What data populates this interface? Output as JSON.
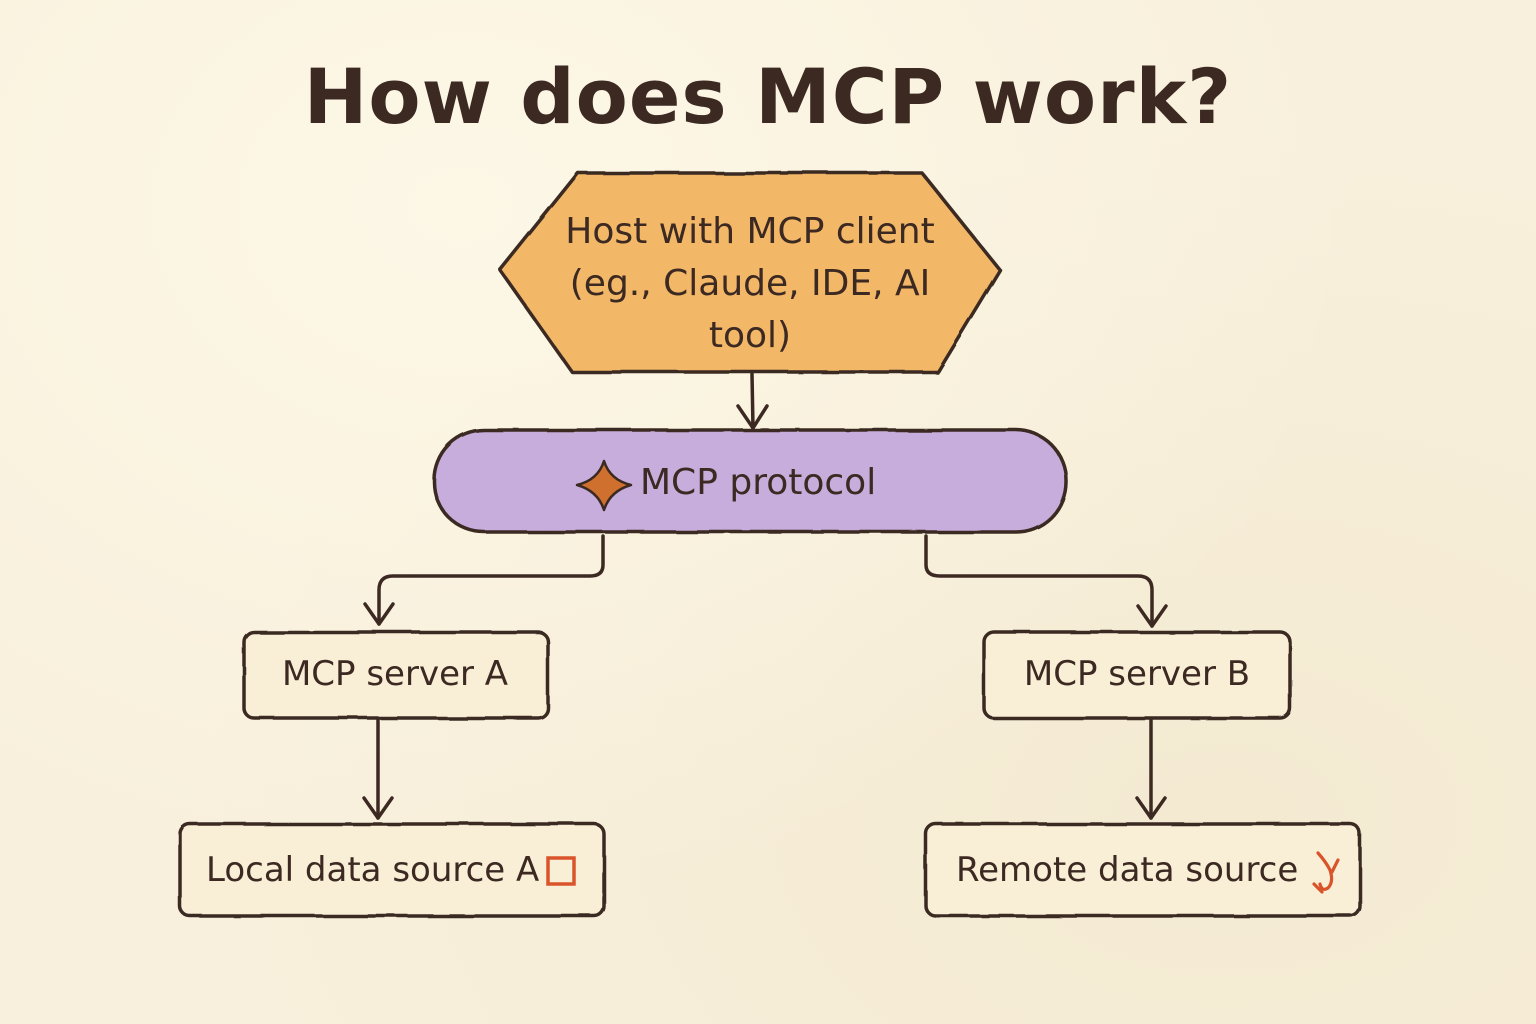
{
  "title": "How does MCP work?",
  "nodes": {
    "host": {
      "label": "Host with MCP client (eg., Claude, IDE, AI tool)",
      "color": "#f3b768"
    },
    "protocol": {
      "label": "MCP protocol",
      "color": "#c6addb",
      "icon": "sparkle-icon",
      "icon_color": "#d0702f"
    },
    "server_a": {
      "label": "MCP server A"
    },
    "server_b": {
      "label": "MCP server B"
    },
    "local_source": {
      "label": "Local data source A",
      "icon": "square-icon",
      "icon_color": "#d9542a"
    },
    "remote_source": {
      "label": "Remote data source",
      "icon": "hook-icon",
      "icon_color": "#d9542a"
    }
  },
  "colors": {
    "background": "#f8f0dc",
    "stroke": "#3b2922",
    "box_fill": "#f9eed6"
  }
}
